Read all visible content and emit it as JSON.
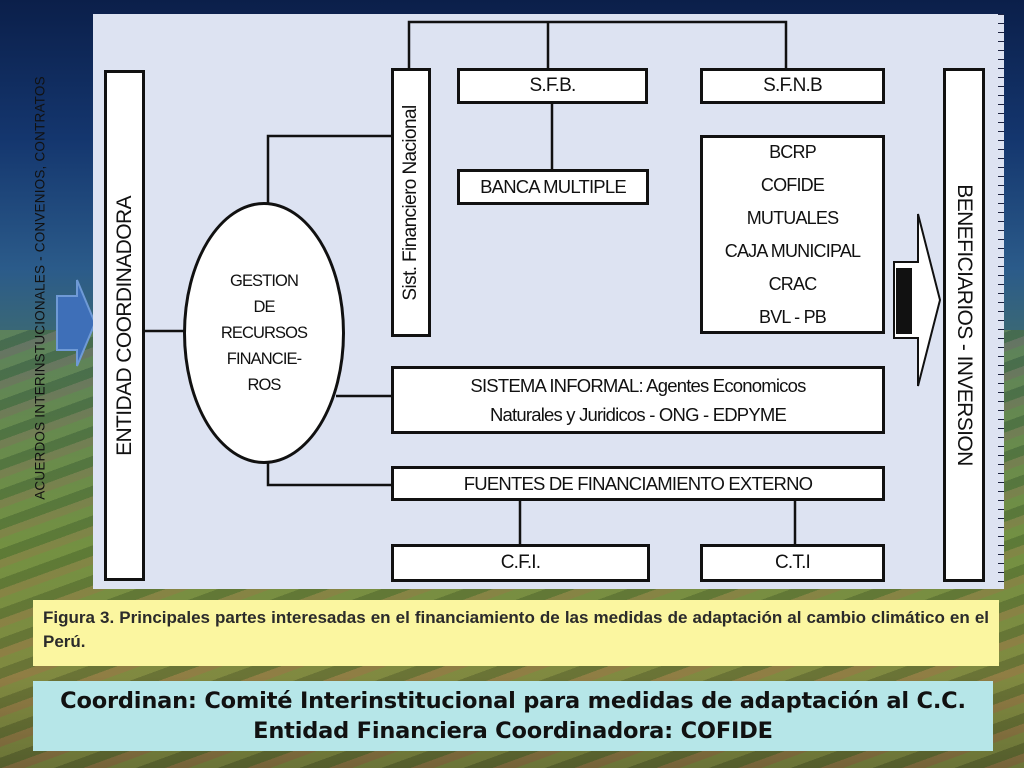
{
  "side_banner": "ACUERDOS INTERINSTUCIONALES - CONVENIOS, CONTRATOS",
  "diagram": {
    "entidad": "ENTIDAD COORDINADORA",
    "gestion": [
      "GESTION",
      "DE",
      "RECURSOS",
      "FINANCIE-",
      "ROS"
    ],
    "sist": "Sist. Financiero Nacional",
    "sfb": "S.F.B.",
    "sfnb": "S.F.N.B",
    "banca": "BANCA MULTIPLE",
    "sfnb_list": [
      "BCRP",
      "COFIDE",
      "MUTUALES",
      "CAJA MUNICIPAL",
      "CRAC",
      "BVL - PB"
    ],
    "informal": [
      "SISTEMA INFORMAL: Agentes Economicos",
      "Naturales y Juridicos - ONG - EDPYME"
    ],
    "fuentes": "FUENTES DE FINANCIAMIENTO EXTERNO",
    "cfi": "C.F.I.",
    "cti": "C.T.I",
    "beneficiarios": "BENEFICIARIOS - INVERSION"
  },
  "caption": "Figura 3. Principales partes interesadas en el financiamiento de las medidas de adaptación al cambio climático en el Perú.",
  "coordinan": {
    "line1": "Coordinan: Comité Interinstitucional para medidas de adaptación al C.C.",
    "line2": "Entidad Financiera Coordinadora: COFIDE"
  },
  "colors": {
    "panel": "#dde3f2",
    "caption_bg": "#fbf6a0",
    "coord_bg": "#b6e6e8",
    "arrow_blue": "#3e6fb8"
  }
}
